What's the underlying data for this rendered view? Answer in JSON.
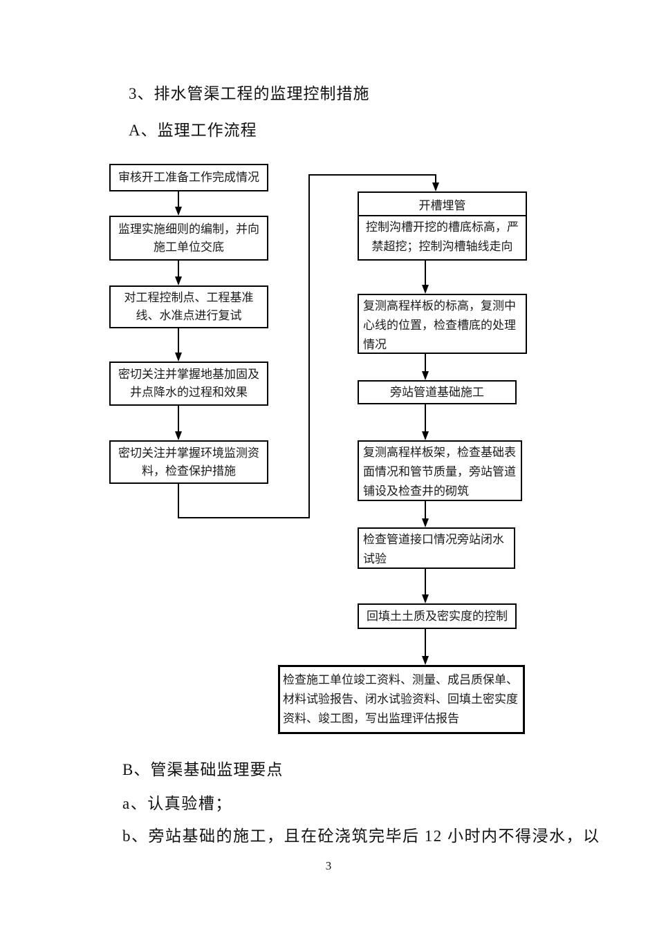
{
  "document": {
    "heading_number": "3、排水管渠工程的监理控制措施",
    "heading_a": "A、监理工作流程",
    "heading_b": "B、管渠基础监理要点",
    "point_a": "a、认真验槽；",
    "point_b": "b、旁站基础的施工，且在砼浇筑完毕后 12 小时内不得浸水，以",
    "page_number": "3"
  },
  "flowchart": {
    "left_column": [
      {
        "text": "审核开工准备工作完成情况"
      },
      {
        "text": "监理实施细则的编制，并向施工单位交底"
      },
      {
        "text": "对工程控制点、工程基准线、水准点进行复试"
      },
      {
        "text": "密切关注并掌握地基加固及井点降水的过程和效果"
      },
      {
        "text": "密切关注并掌握环境监测资料，检查保护措施"
      }
    ],
    "right_column": [
      {
        "title": "开槽埋管",
        "text": "控制沟槽开挖的槽底标高，严禁超挖；控制沟槽轴线走向"
      },
      {
        "text": "复测高程样板的标高，复测中心线的位置，检查槽底的处理情况"
      },
      {
        "text": "旁站管道基础施工"
      },
      {
        "text": "复测高程样板架，检查基础表面情况和管节质量，旁站管道铺设及检查井的砌筑"
      },
      {
        "text": "检查管道接口情况旁站闭水试验"
      },
      {
        "text": "回填土土质及密实度的控制"
      }
    ],
    "final_box": {
      "text": "检查施工单位竣工资料、测量、成吕质保单、材料试验报告、闭水试验资料、回填土密实度资料、竣工图，写出监理评估报告"
    }
  }
}
